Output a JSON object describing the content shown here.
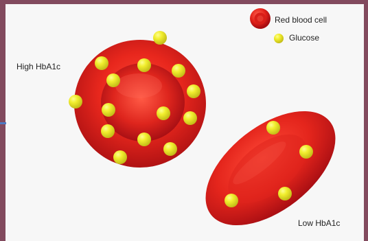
{
  "legend": {
    "red_blood_cell_label": "Red blood cell",
    "glucose_label": "Glucose"
  },
  "labels": {
    "high": "High HbA1c",
    "low": "Low HbA1c"
  },
  "colors": {
    "frame": "#824a5e",
    "background": "#f7f7f7",
    "cell_red": "#e3231b",
    "glucose_yellow": "#eff02a"
  }
}
